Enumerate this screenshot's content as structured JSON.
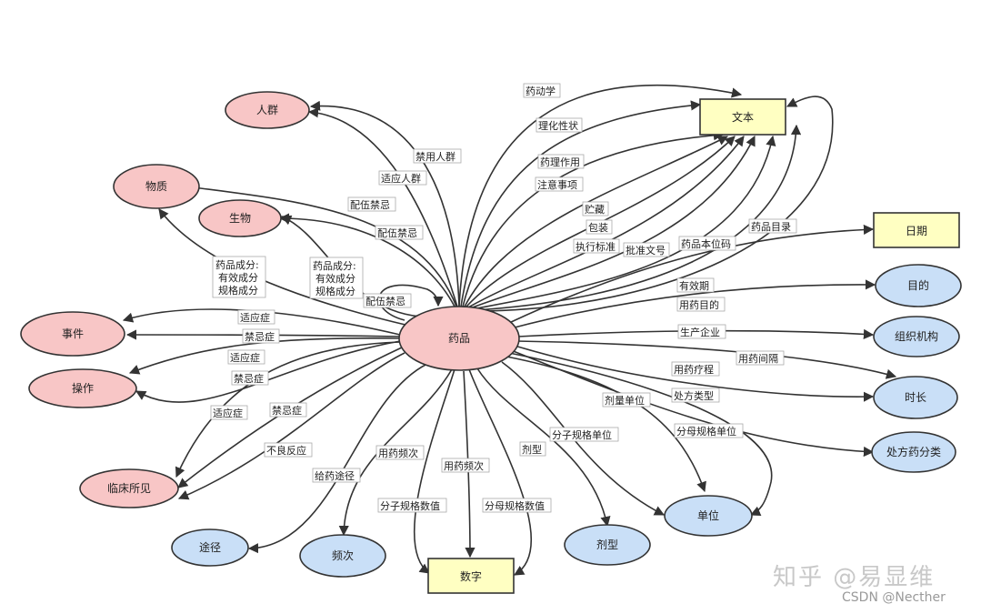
{
  "nodes": {
    "drug": "药品",
    "text": "文本",
    "date": "日期",
    "number": "数字",
    "crowd": "人群",
    "substance": "物质",
    "organism": "生物",
    "event": "事件",
    "operation": "操作",
    "clinical": "临床所见",
    "route": "途径",
    "frequency": "频次",
    "dosage_form": "剂型",
    "unit": "单位",
    "purpose": "目的",
    "organization": "组织机构",
    "duration": "时长",
    "rx_class": "处方药分类"
  },
  "edges": {
    "pharmacokinetics": "药动学",
    "physchem": "理化性状",
    "pharmacology": "药理作用",
    "precautions": "注意事项",
    "storage": "贮藏",
    "package": "包装",
    "standard": "执行标准",
    "approval": "批准文号",
    "standard_code": "药品本位码",
    "catalog": "药品目录",
    "validity": "有效期",
    "usage_purpose": "用药目的",
    "manufacturer": "生产企业",
    "interval": "用药间隔",
    "course": "用药疗程",
    "rx_type": "处方类型",
    "dose_unit": "剂量单位",
    "num_spec_unit": "分子规格单位",
    "den_spec_unit": "分母规格单位",
    "dosage_form_rel": "剂型",
    "freq_num": "用药频次",
    "freq_rel": "用药频次",
    "num_spec_value": "分子规格数值",
    "den_spec_value": "分母规格数值",
    "admin_route": "给药途径",
    "adverse": "不良反应",
    "indication_a": "适应症",
    "indication_b": "适应症",
    "indication_c": "适应症",
    "contra_a": "禁忌症",
    "contra_b": "禁忌症",
    "contra_c": "禁忌症",
    "contra_crowd": "禁用人群",
    "indic_crowd": "适应人群",
    "incompat_a": "配伍禁忌",
    "incompat_b": "配伍禁忌",
    "incompat_self": "配伍禁忌",
    "ingredient_a": [
      "药品成分:",
      "有效成分",
      "规格成分"
    ],
    "ingredient_b": [
      "药品成分:",
      "有效成分",
      "规格成分"
    ]
  },
  "watermark": "知乎 @易显维",
  "credit": "CSDN @Necther",
  "colors": {
    "pink": "#f8c6c6",
    "blue": "#c9dff7",
    "yellow": "#ffffc2"
  }
}
